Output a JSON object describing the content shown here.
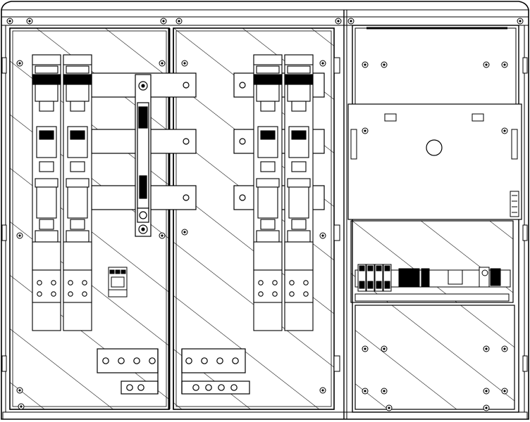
{
  "diagram": {
    "kind": "electrical-cabinet-elevation",
    "stroke_color": "#000000",
    "background_color": "#ffffff",
    "compartments": [
      {
        "id": "left-door",
        "fuse_columns": 2,
        "busbar_holes_upper": 4,
        "busbar_holes_lower": 2
      },
      {
        "id": "middle-door",
        "fuse_columns": 2,
        "busbar_holes_upper": 4,
        "busbar_holes_lower": 4
      },
      {
        "id": "right-meter-cabinet",
        "terminal_blocks": 6
      }
    ]
  }
}
